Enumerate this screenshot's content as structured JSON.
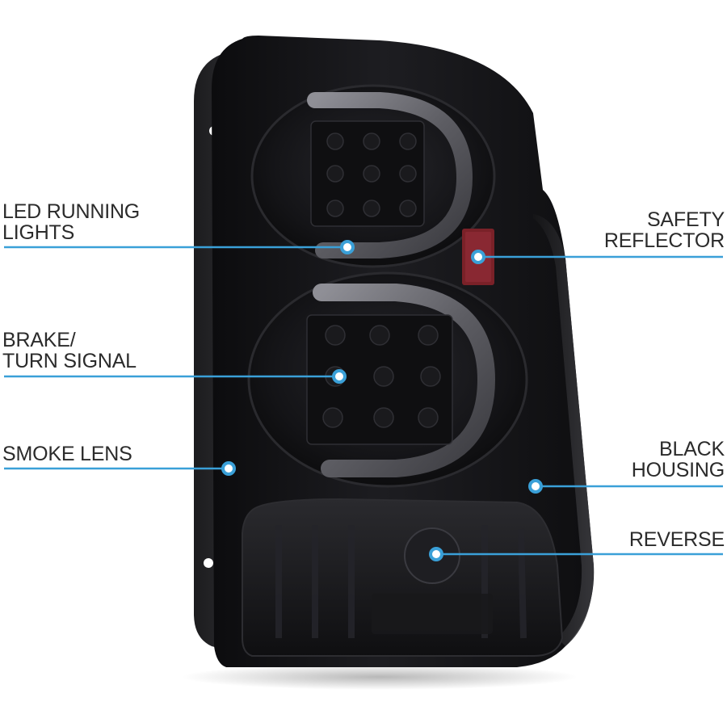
{
  "callouts": {
    "led_running_lights": {
      "line1": "LED RUNNING",
      "line2": "LIGHTS"
    },
    "brake_turn_signal": {
      "line1": "BRAKE/",
      "line2": "TURN SIGNAL"
    },
    "smoke_lens": {
      "line1": "SMOKE LENS"
    },
    "safety_reflector": {
      "line1": "SAFETY",
      "line2": "REFLECTOR"
    },
    "black_housing": {
      "line1": "BLACK",
      "line2": "HOUSING"
    },
    "reverse": {
      "line1": "REVERSE"
    }
  },
  "colors": {
    "callout_line": "#3aa0d8",
    "callout_dot": "#ffffff",
    "label_text": "#2b2b2b",
    "housing": "#141416",
    "reflector": "#7a2128"
  }
}
